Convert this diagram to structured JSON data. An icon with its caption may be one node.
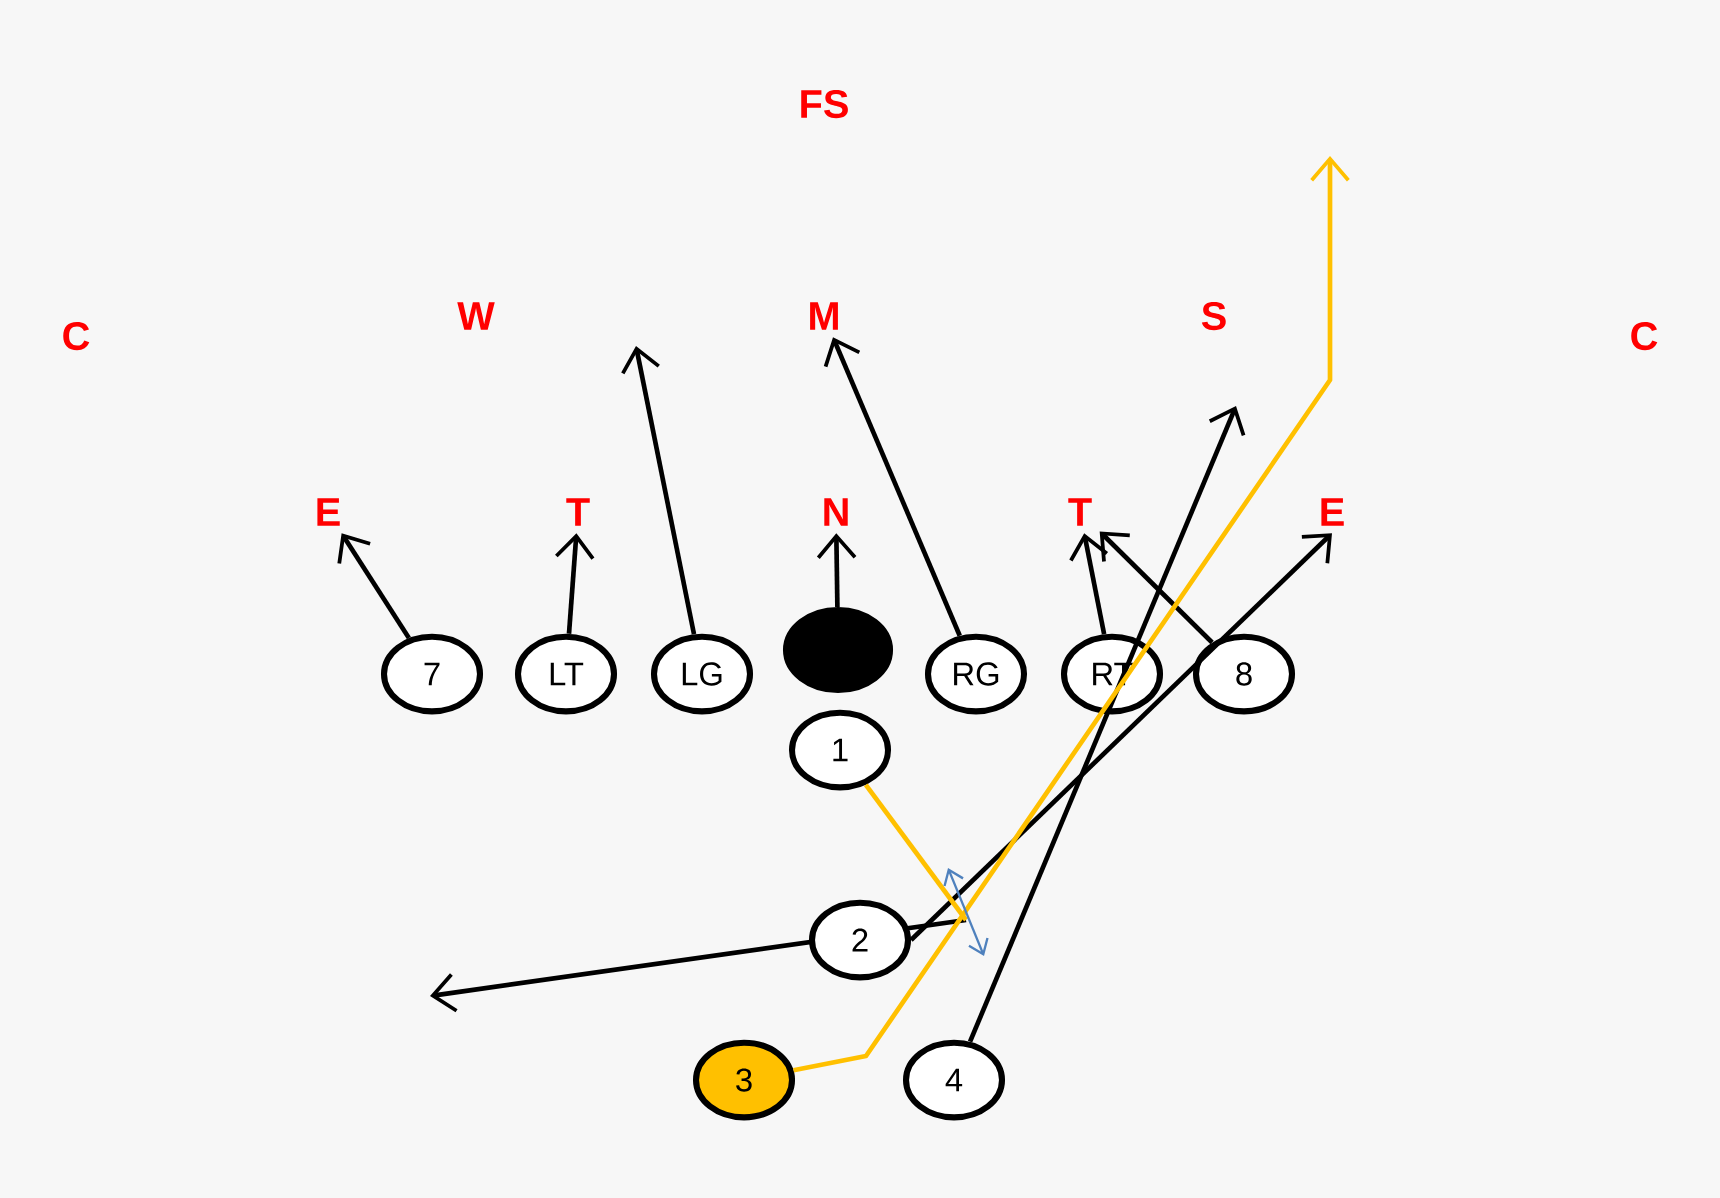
{
  "diagram": {
    "nodes": [
      {
        "text": [
          "FS"
        ]
      },
      {
        "text": [
          "C"
        ]
      },
      {
        "text": [
          "W"
        ]
      },
      {
        "text": [
          "M"
        ]
      },
      {
        "text": [
          "S"
        ]
      },
      {
        "text": [
          "C"
        ]
      },
      {
        "text": [
          "E"
        ]
      },
      {
        "text": [
          "T"
        ]
      },
      {
        "text": [
          "N"
        ]
      },
      {
        "text": [
          "T"
        ]
      },
      {
        "text": [
          "E"
        ]
      },
      {
        "text": [
          "7"
        ]
      },
      {
        "text": [
          "LT"
        ]
      },
      {
        "text": [
          "LG"
        ]
      },
      {
        "text": [],
        "shape": "circle"
      },
      {
        "text": [
          "RG"
        ]
      },
      {
        "text": [
          "RT"
        ]
      },
      {
        "text": [
          "8"
        ]
      },
      {
        "text": [
          "1"
        ]
      },
      {
        "text": [
          "2"
        ]
      },
      {
        "text": [
          "3"
        ]
      },
      {
        "text": [
          "4"
        ]
      }
    ],
    "edges": [
      {
        "from": 11,
        "to": 6,
        "arrow": "to"
      },
      {
        "from": 12,
        "to": 7,
        "arrow": "to"
      },
      {
        "from": 13,
        "to": null,
        "arrow": "to"
      },
      {
        "from": 14,
        "to": 8,
        "arrow": "to"
      },
      {
        "from": 15,
        "to": 3,
        "arrow": "to"
      },
      {
        "from": 16,
        "to": 9,
        "arrow": "to"
      },
      {
        "from": 17,
        "to": 9,
        "arrow": "to"
      },
      {
        "from": 19,
        "to": 10,
        "arrow": "to"
      },
      {
        "from": 21,
        "to": null,
        "arrow": "to"
      },
      {
        "from": 18,
        "to": null,
        "arrow": "none",
        "color": "#ffc000"
      },
      {
        "from": 20,
        "to": null,
        "arrow": "to",
        "color": "#ffc000"
      }
    ]
  }
}
